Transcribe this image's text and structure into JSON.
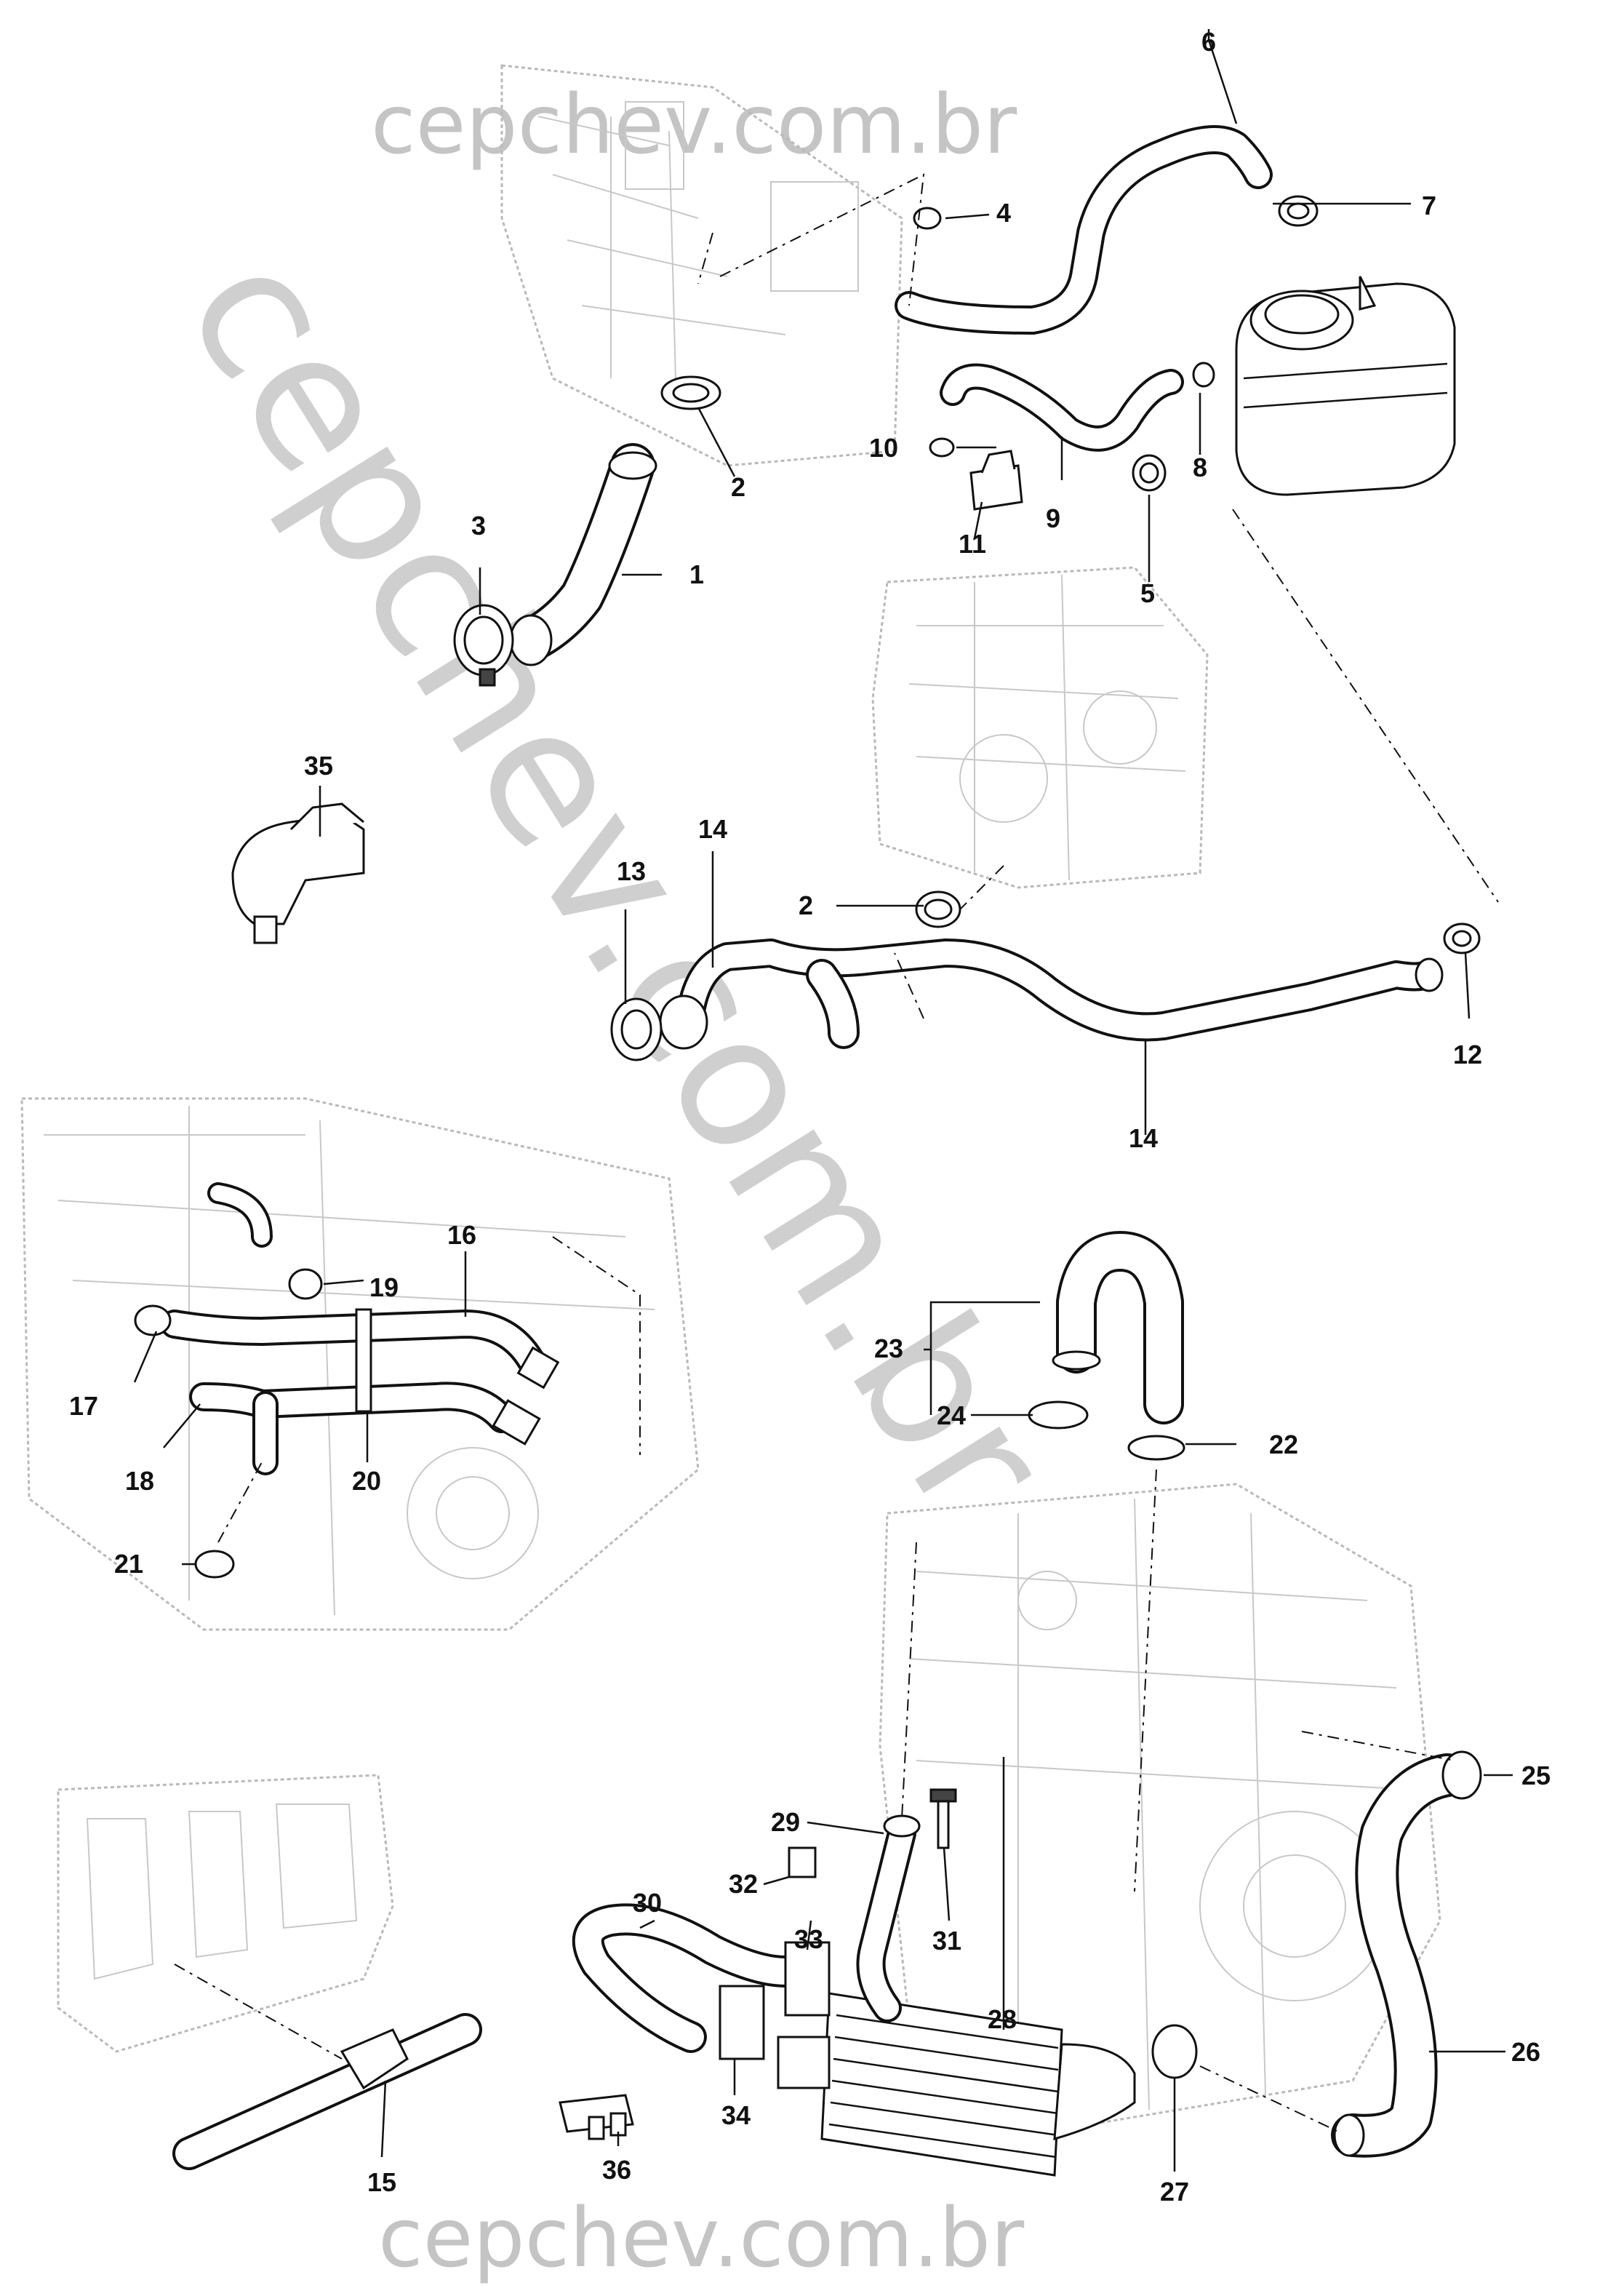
{
  "watermarks": {
    "top": "cepchev.com.br",
    "bottom": "cepchev.com.br",
    "diagonal": "cepchev.com.br"
  },
  "callouts": {
    "c1": "1",
    "c2a": "2",
    "c2b": "2",
    "c3": "3",
    "c4": "4",
    "c5": "5",
    "c6": "6",
    "c7": "7",
    "c8": "8",
    "c9": "9",
    "c10": "10",
    "c11": "11",
    "c12": "12",
    "c13": "13",
    "c14a": "14",
    "c14b": "14",
    "c15": "15",
    "c16": "16",
    "c17": "17",
    "c18": "18",
    "c19": "19",
    "c20": "20",
    "c21": "21",
    "c22": "22",
    "c23": "23",
    "c24": "24",
    "c25": "25",
    "c26": "26",
    "c27": "27",
    "c28": "28",
    "c29": "29",
    "c30": "30",
    "c31": "31",
    "c32": "32",
    "c33": "33",
    "c34": "34",
    "c35": "35",
    "c36": "36"
  }
}
